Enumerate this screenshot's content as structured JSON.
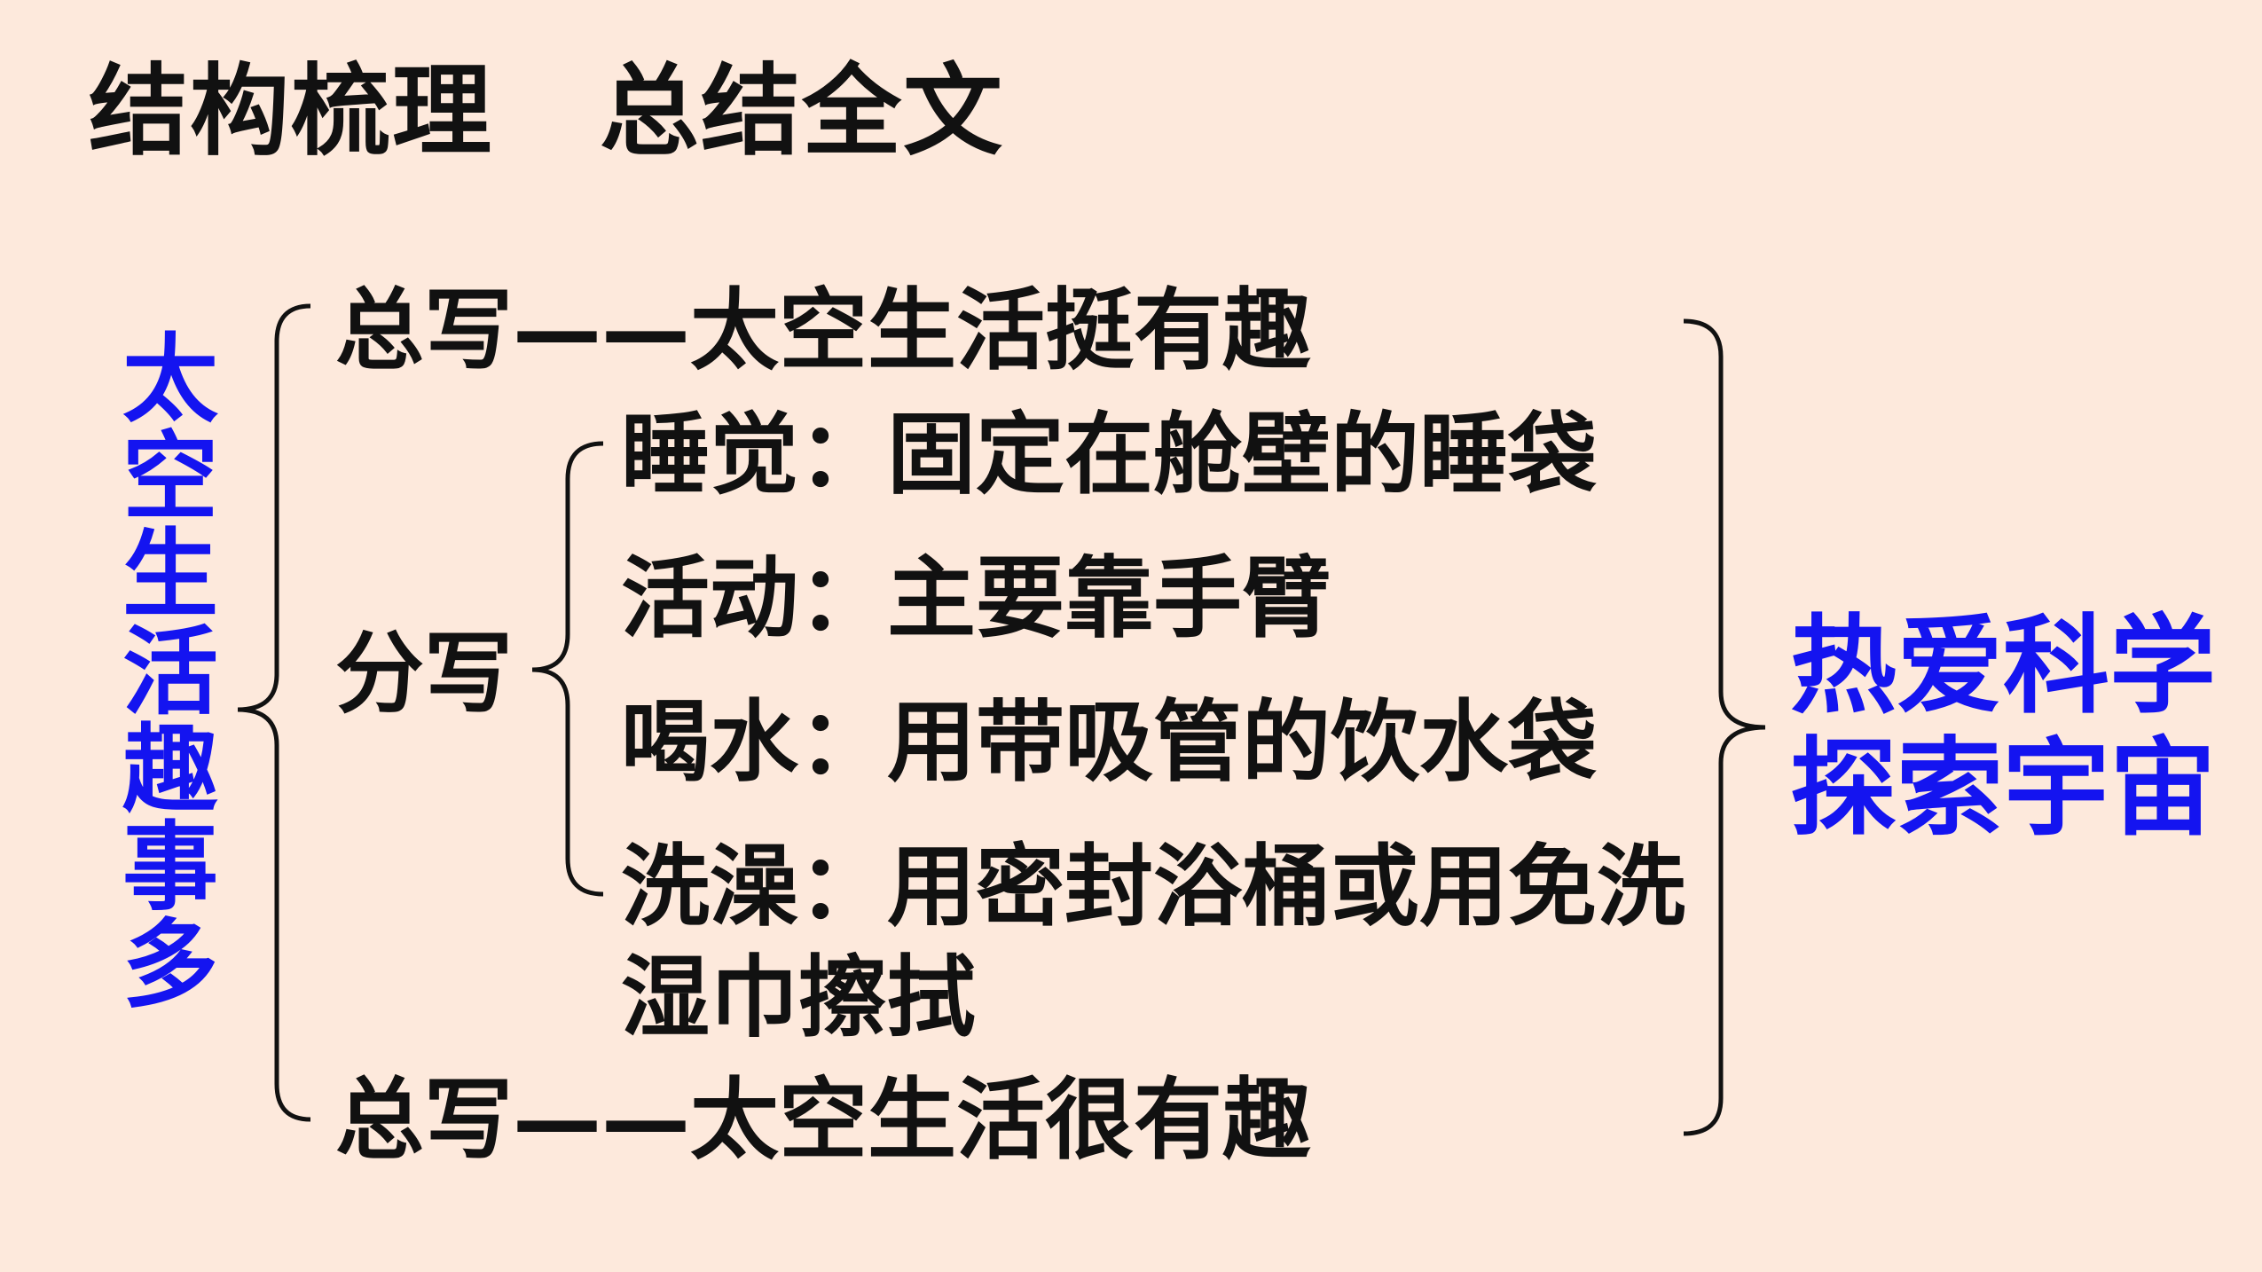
{
  "heading": {
    "part1": "结构梳理",
    "part2": "总结全文"
  },
  "topic": "太空生活趣事多",
  "intro": "总写——太空生活挺有趣",
  "middle_label": "分写",
  "details": [
    "睡觉：固定在舱壁的睡袋",
    "活动：主要靠手臂",
    "喝水：用带吸管的饮水袋",
    "洗澡：用密封浴桶或用免洗",
    "湿巾擦拭"
  ],
  "outro": "总写——太空生活很有趣",
  "conclusion": {
    "line1": "热爱科学",
    "line2": "探索宇宙"
  },
  "colors": {
    "background": "#fde9dc",
    "text": "#111111",
    "accent": "#1414f0"
  }
}
